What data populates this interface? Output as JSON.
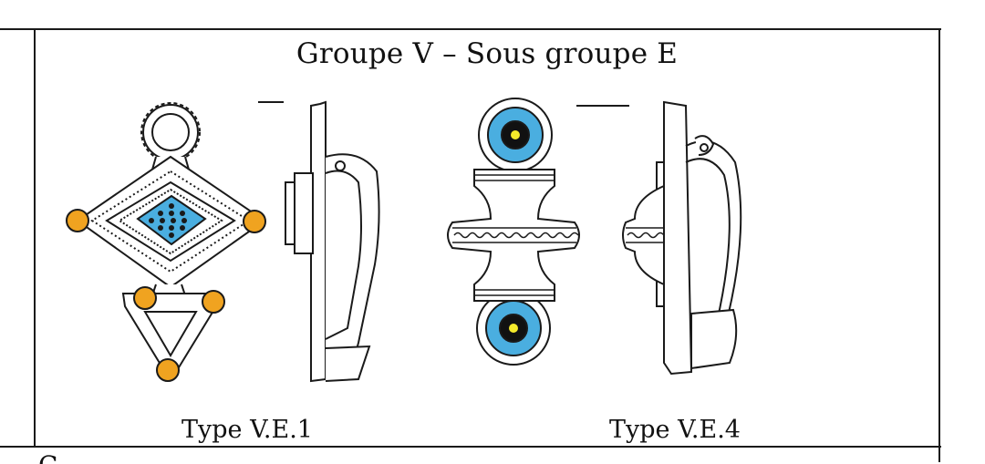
{
  "table": {
    "group_title": "Groupe V – Sous groupe E",
    "caption_left": "Type V.E.1",
    "caption_right": "Type V.E.4",
    "next_row_text": "C"
  },
  "colors": {
    "enamel_blue": "#4aaee0",
    "rivet_orange": "#f0a320",
    "dot_yellow": "#f5ea2b",
    "line": "#1a1a1a"
  },
  "icons": {
    "left_drawing": "diamond-fibula-drawing",
    "right_drawing": "bow-fibula-drawing"
  }
}
